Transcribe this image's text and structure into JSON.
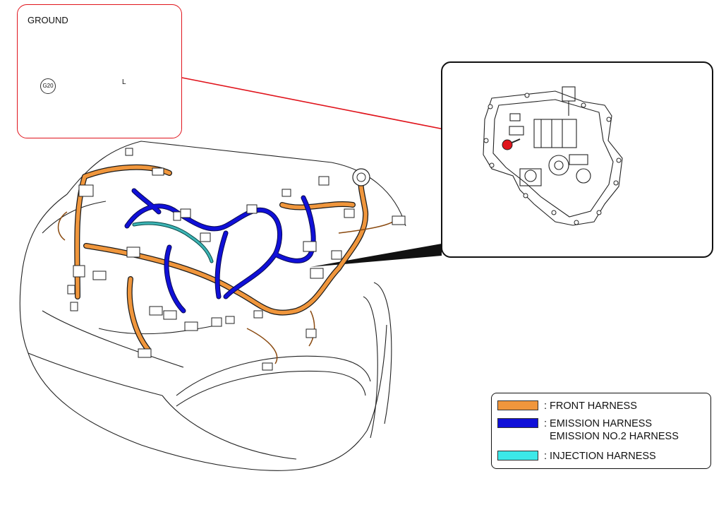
{
  "callout": {
    "title": "GROUND",
    "ground_id": "G20",
    "lead_label": "L"
  },
  "legend": {
    "items": [
      {
        "label": ": FRONT HARNESS",
        "color": "#f0963c"
      },
      {
        "label": ": EMISSION HARNESS",
        "label2": "EMISSION NO.2 HARNESS",
        "color": "#1010d8"
      },
      {
        "label": ": INJECTION HARNESS",
        "color": "#3ce8e8"
      }
    ]
  },
  "colors": {
    "callout_border": "#e0141c",
    "front": "#f0963c",
    "emission": "#1010d8",
    "injection": "#3cb4b4",
    "ground_lead": "#2a8ee8",
    "marker": "#e0141c"
  }
}
